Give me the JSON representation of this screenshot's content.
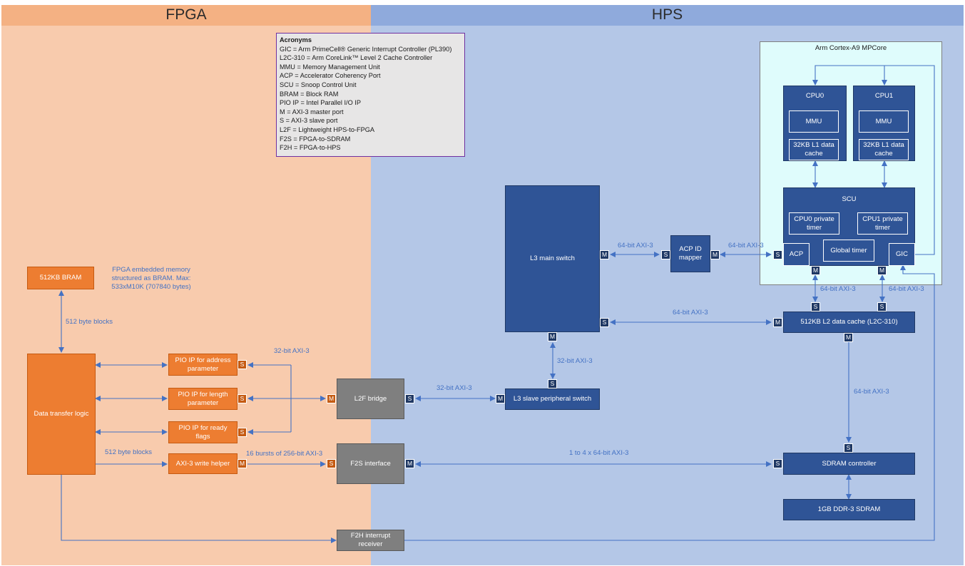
{
  "regions": {
    "fpga": {
      "title": "FPGA",
      "header_color": "#f4b183",
      "body_color": "#f8cbad"
    },
    "hps": {
      "title": "HPS",
      "header_color": "#8faadc",
      "body_color": "#b4c7e7"
    }
  },
  "acronyms": {
    "title": "Acronyms",
    "items": [
      "GIC = Arm PrimeCell® Generic Interrupt Controller (PL390)",
      "L2C-310 = Arm CoreLink™ Level 2 Cache Controller",
      "MMU = Memory Management Unit",
      "ACP = Accelerator Coherency Port",
      "SCU = Snoop Control Unit",
      "BRAM = Block RAM",
      "PIO IP = Intel Parallel I/O IP",
      "M = AXI-3 master port",
      "S = AXI-3 slave port",
      "L2F = Lightweight HPS-to-FPGA",
      "F2S = FPGA-to-SDRAM",
      "F2H = FPGA-to-HPS"
    ]
  },
  "mpcore": {
    "title": "Arm Cortex-A9 MPCore"
  },
  "blocks": {
    "bram": "512KB BRAM",
    "bram_note": "FPGA embedded memory structured as BRAM.  Max: 533xM10K (707840 bytes)",
    "dtl": "Data transfer logic",
    "pio_addr": "PIO IP for address parameter",
    "pio_len": "PIO IP for length parameter",
    "pio_ready": "PIO IP for ready flags",
    "axi_helper": "AXI-3 write helper",
    "l2f": "L2F bridge",
    "f2s": "F2S interface",
    "f2h": "F2H interrupt receiver",
    "l3_main": "L3 main switch",
    "l3_slave": "L3 slave peripheral switch",
    "acp_mapper": "ACP ID mapper",
    "cpu0": "CPU0",
    "cpu1": "CPU1",
    "mmu": "MMU",
    "l1": "32KB L1 data cache",
    "scu": "SCU",
    "cpu0_timer": "CPU0 private timer",
    "cpu1_timer": "CPU1 private timer",
    "global_timer": "Global timer",
    "acp": "ACP",
    "gic": "GIC",
    "l2": "512KB L2 data cache (L2C-310)",
    "sdram_ctrl": "SDRAM controller",
    "ddr3": "1GB DDR-3 SDRAM"
  },
  "ports": {
    "m": "M",
    "s": "S"
  },
  "links": {
    "bram_dtl": "512 byte blocks",
    "pio_l2f": "32-bit AXI-3",
    "dtl_helper": "512 byte blocks",
    "helper_f2s": "16 bursts of 256-bit AXI-3",
    "l2f_l3s": "32-bit AXI-3",
    "l3m_l3s": "32-bit AXI-3",
    "l3m_acp": "64-bit AXI-3",
    "acp_mpcore": "64-bit AXI-3",
    "l3m_l2": "64-bit AXI-3",
    "scu_l2_left": "64-bit AXI-3",
    "scu_l2_right": "64-bit AXI-3",
    "l2_sdram": "64-bit AXI-3",
    "f2s_sdram": "1 to 4 x 64-bit AXI-3"
  },
  "colors": {
    "line": "#4472c4",
    "blue_block": "#2f5496",
    "orange_block": "#ed7d31",
    "gray_block": "#7f7f7f"
  }
}
